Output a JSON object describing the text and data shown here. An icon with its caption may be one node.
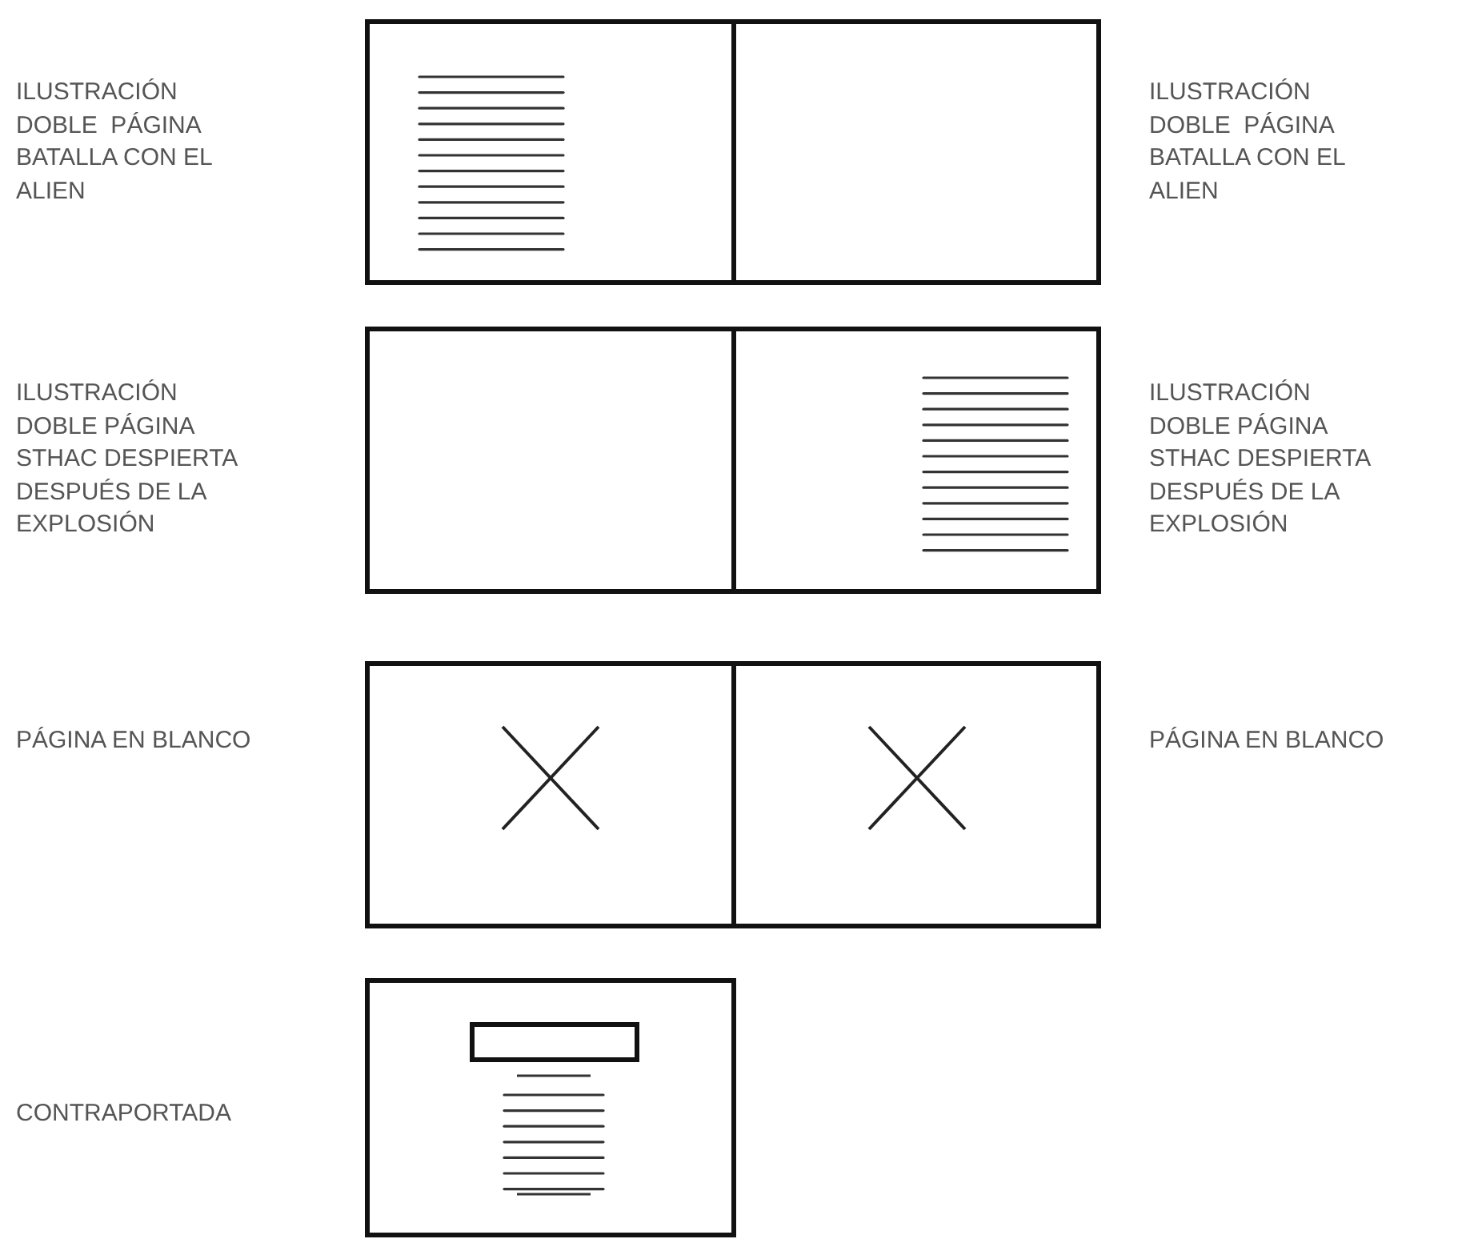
{
  "diagram": {
    "nodes": [
      {
        "text": [],
        "shape": "box"
      },
      {
        "text": [],
        "shape": "box"
      },
      {
        "text": [],
        "shape": "box"
      },
      {
        "text": [],
        "shape": "box"
      },
      {
        "text": [],
        "shape": "box"
      },
      {
        "text": [],
        "shape": "box"
      },
      {
        "text": [],
        "shape": "box"
      }
    ],
    "labels": [
      "ILUSTRACIÓN DOBLE  PÁGINA BATALLA CON EL ALIEN",
      "ILUSTRACIÓN DOBLE  PÁGINA BATALLA CON EL ALIEN",
      "ILUSTRACIÓN DOBLE PÁGINA STHAC DESPIERTA DESPUÉS DE LA EXPLOSIÓN",
      "ILUSTRACIÓN DOBLE PÁGINA STHAC DESPIERTA DESPUÉS DE LA EXPLOSIÓN",
      "PÁGINA EN BLANCO",
      "PÁGINA EN BLANCO",
      "CONTRAPORTADA"
    ]
  }
}
